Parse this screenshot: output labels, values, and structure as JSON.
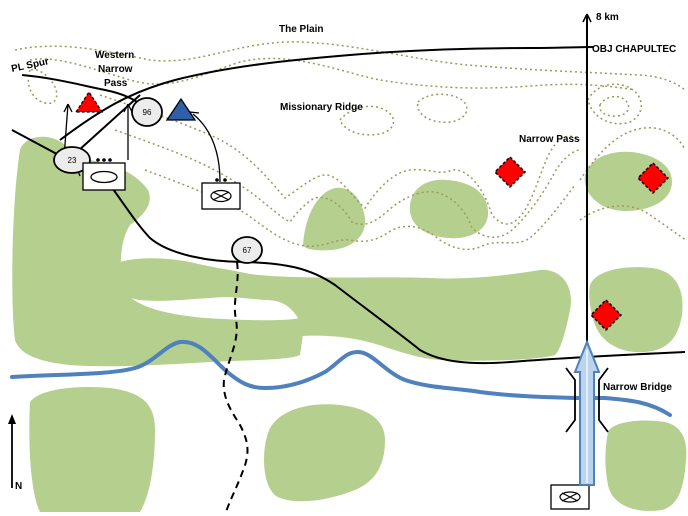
{
  "labels": {
    "the_plain": "The Plain",
    "western_line1": "Western",
    "western_line2": "Narrow",
    "western_line3": "Pass",
    "pl_spur": "PL Spur",
    "missionary_ridge": "Missionary Ridge",
    "narrow_pass": "Narrow Pass",
    "obj": "OBJ CHAPULTEC",
    "distance": "8 km",
    "narrow_bridge": "Narrow Bridge",
    "north": "N"
  },
  "checkpoints": [
    "96",
    "23",
    "67"
  ],
  "colors": {
    "vegetation": "#b5cf8f",
    "river": "#4f81bd",
    "contour": "#9a9a5c",
    "enemy": "#ff0000",
    "friendly": "#2e5fa8",
    "arrow_fill": "#bcd3ee",
    "road": "#000000"
  }
}
